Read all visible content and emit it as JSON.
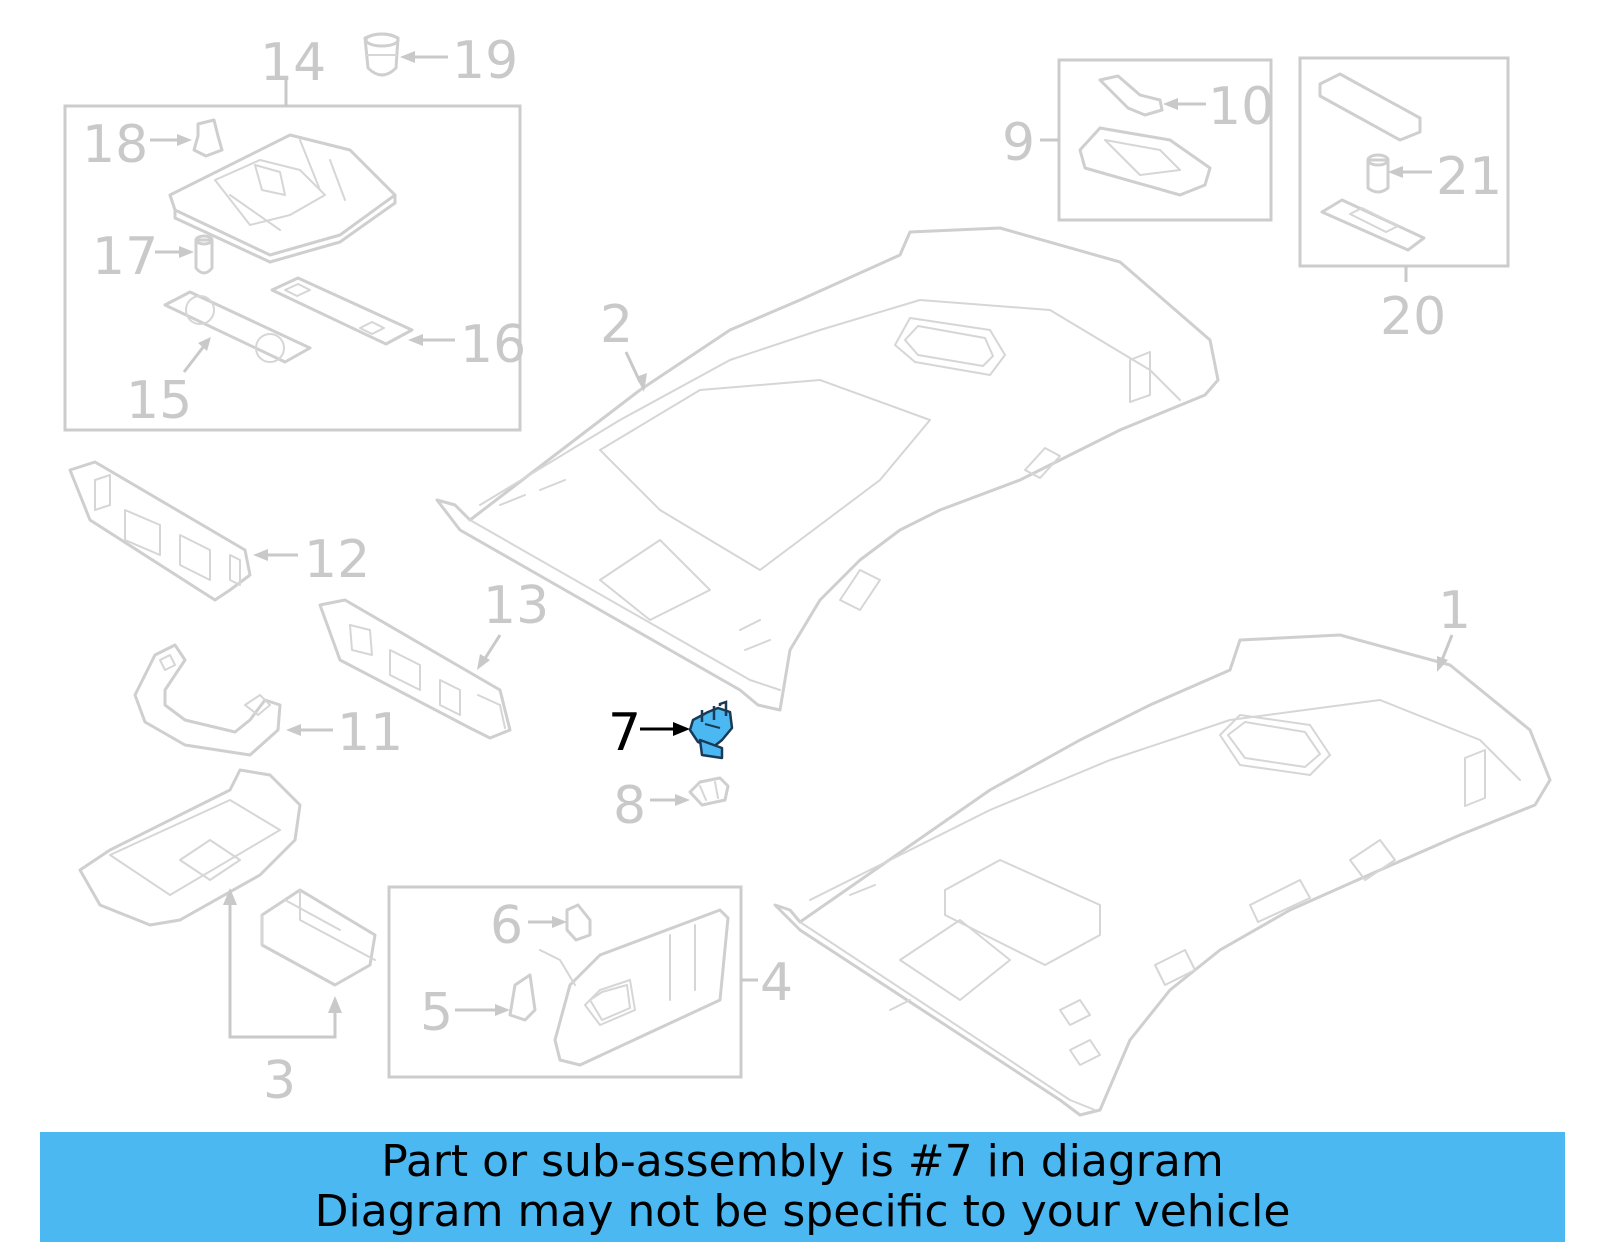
{
  "callouts": [
    {
      "id": "label-1",
      "text": "1"
    },
    {
      "id": "label-2",
      "text": "2"
    },
    {
      "id": "label-3",
      "text": "3"
    },
    {
      "id": "label-4",
      "text": "4"
    },
    {
      "id": "label-5",
      "text": "5"
    },
    {
      "id": "label-6",
      "text": "6"
    },
    {
      "id": "label-7",
      "text": "7"
    },
    {
      "id": "label-8",
      "text": "8"
    },
    {
      "id": "label-9",
      "text": "9"
    },
    {
      "id": "label-10",
      "text": "10"
    },
    {
      "id": "label-11",
      "text": "11"
    },
    {
      "id": "label-12",
      "text": "12"
    },
    {
      "id": "label-13",
      "text": "13"
    },
    {
      "id": "label-14",
      "text": "14"
    },
    {
      "id": "label-15",
      "text": "15"
    },
    {
      "id": "label-16",
      "text": "16"
    },
    {
      "id": "label-17",
      "text": "17"
    },
    {
      "id": "label-18",
      "text": "18"
    },
    {
      "id": "label-19",
      "text": "19"
    },
    {
      "id": "label-20",
      "text": "20"
    },
    {
      "id": "label-21",
      "text": "21"
    }
  ],
  "highlighted_part": "7",
  "colors": {
    "highlight_part": "#4cb8f2",
    "banner_background": "#4cb8f2",
    "line_art": "#cfcfcf",
    "callout_text": "#c9c9c9",
    "highlight_text": "#000000"
  },
  "banner": {
    "line1": "Part or sub-assembly is #7 in diagram",
    "line2": "Diagram may not be specific to your vehicle"
  }
}
